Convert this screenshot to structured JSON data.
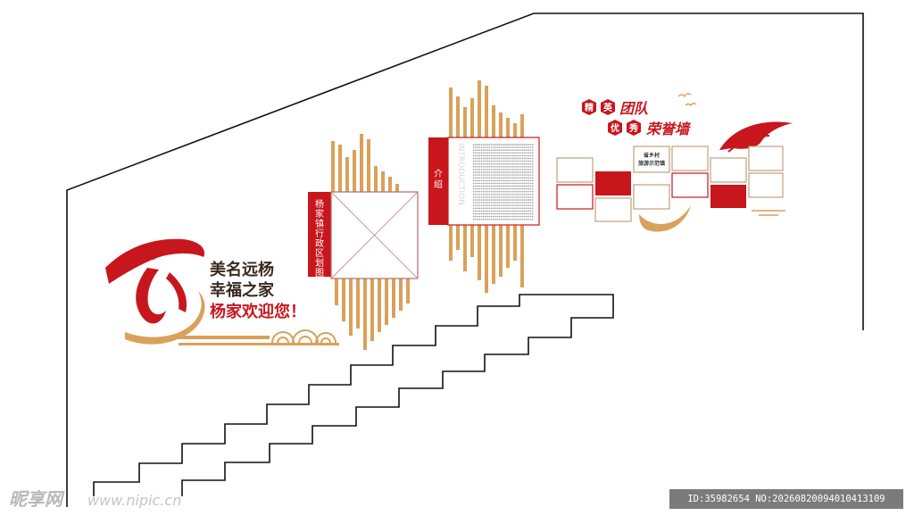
{
  "colors": {
    "red": "#c8161d",
    "gold": "#d9a15a",
    "dark_text": "#3a2a1e",
    "line": "#111111"
  },
  "welcome": {
    "logo_char": "家",
    "line1": "美名远杨",
    "line2": "幸福之家",
    "line3": "杨家欢迎您！"
  },
  "map_panel": {
    "label": "杨家镇行政区划图"
  },
  "intro_panel": {
    "label": "介绍",
    "vertical_watermark": "INTRODUCTION"
  },
  "honor_wall": {
    "title_line1": [
      "精",
      "英",
      "团队"
    ],
    "title_line2": [
      "优",
      "秀",
      "荣誉墙"
    ],
    "center_card": [
      "省乡村",
      "旅游示范镇"
    ]
  },
  "watermark": {
    "logo": "昵享网",
    "url": "www.nipic.cn",
    "id_text": "ID:35982654 NO:20260820094010413109"
  }
}
